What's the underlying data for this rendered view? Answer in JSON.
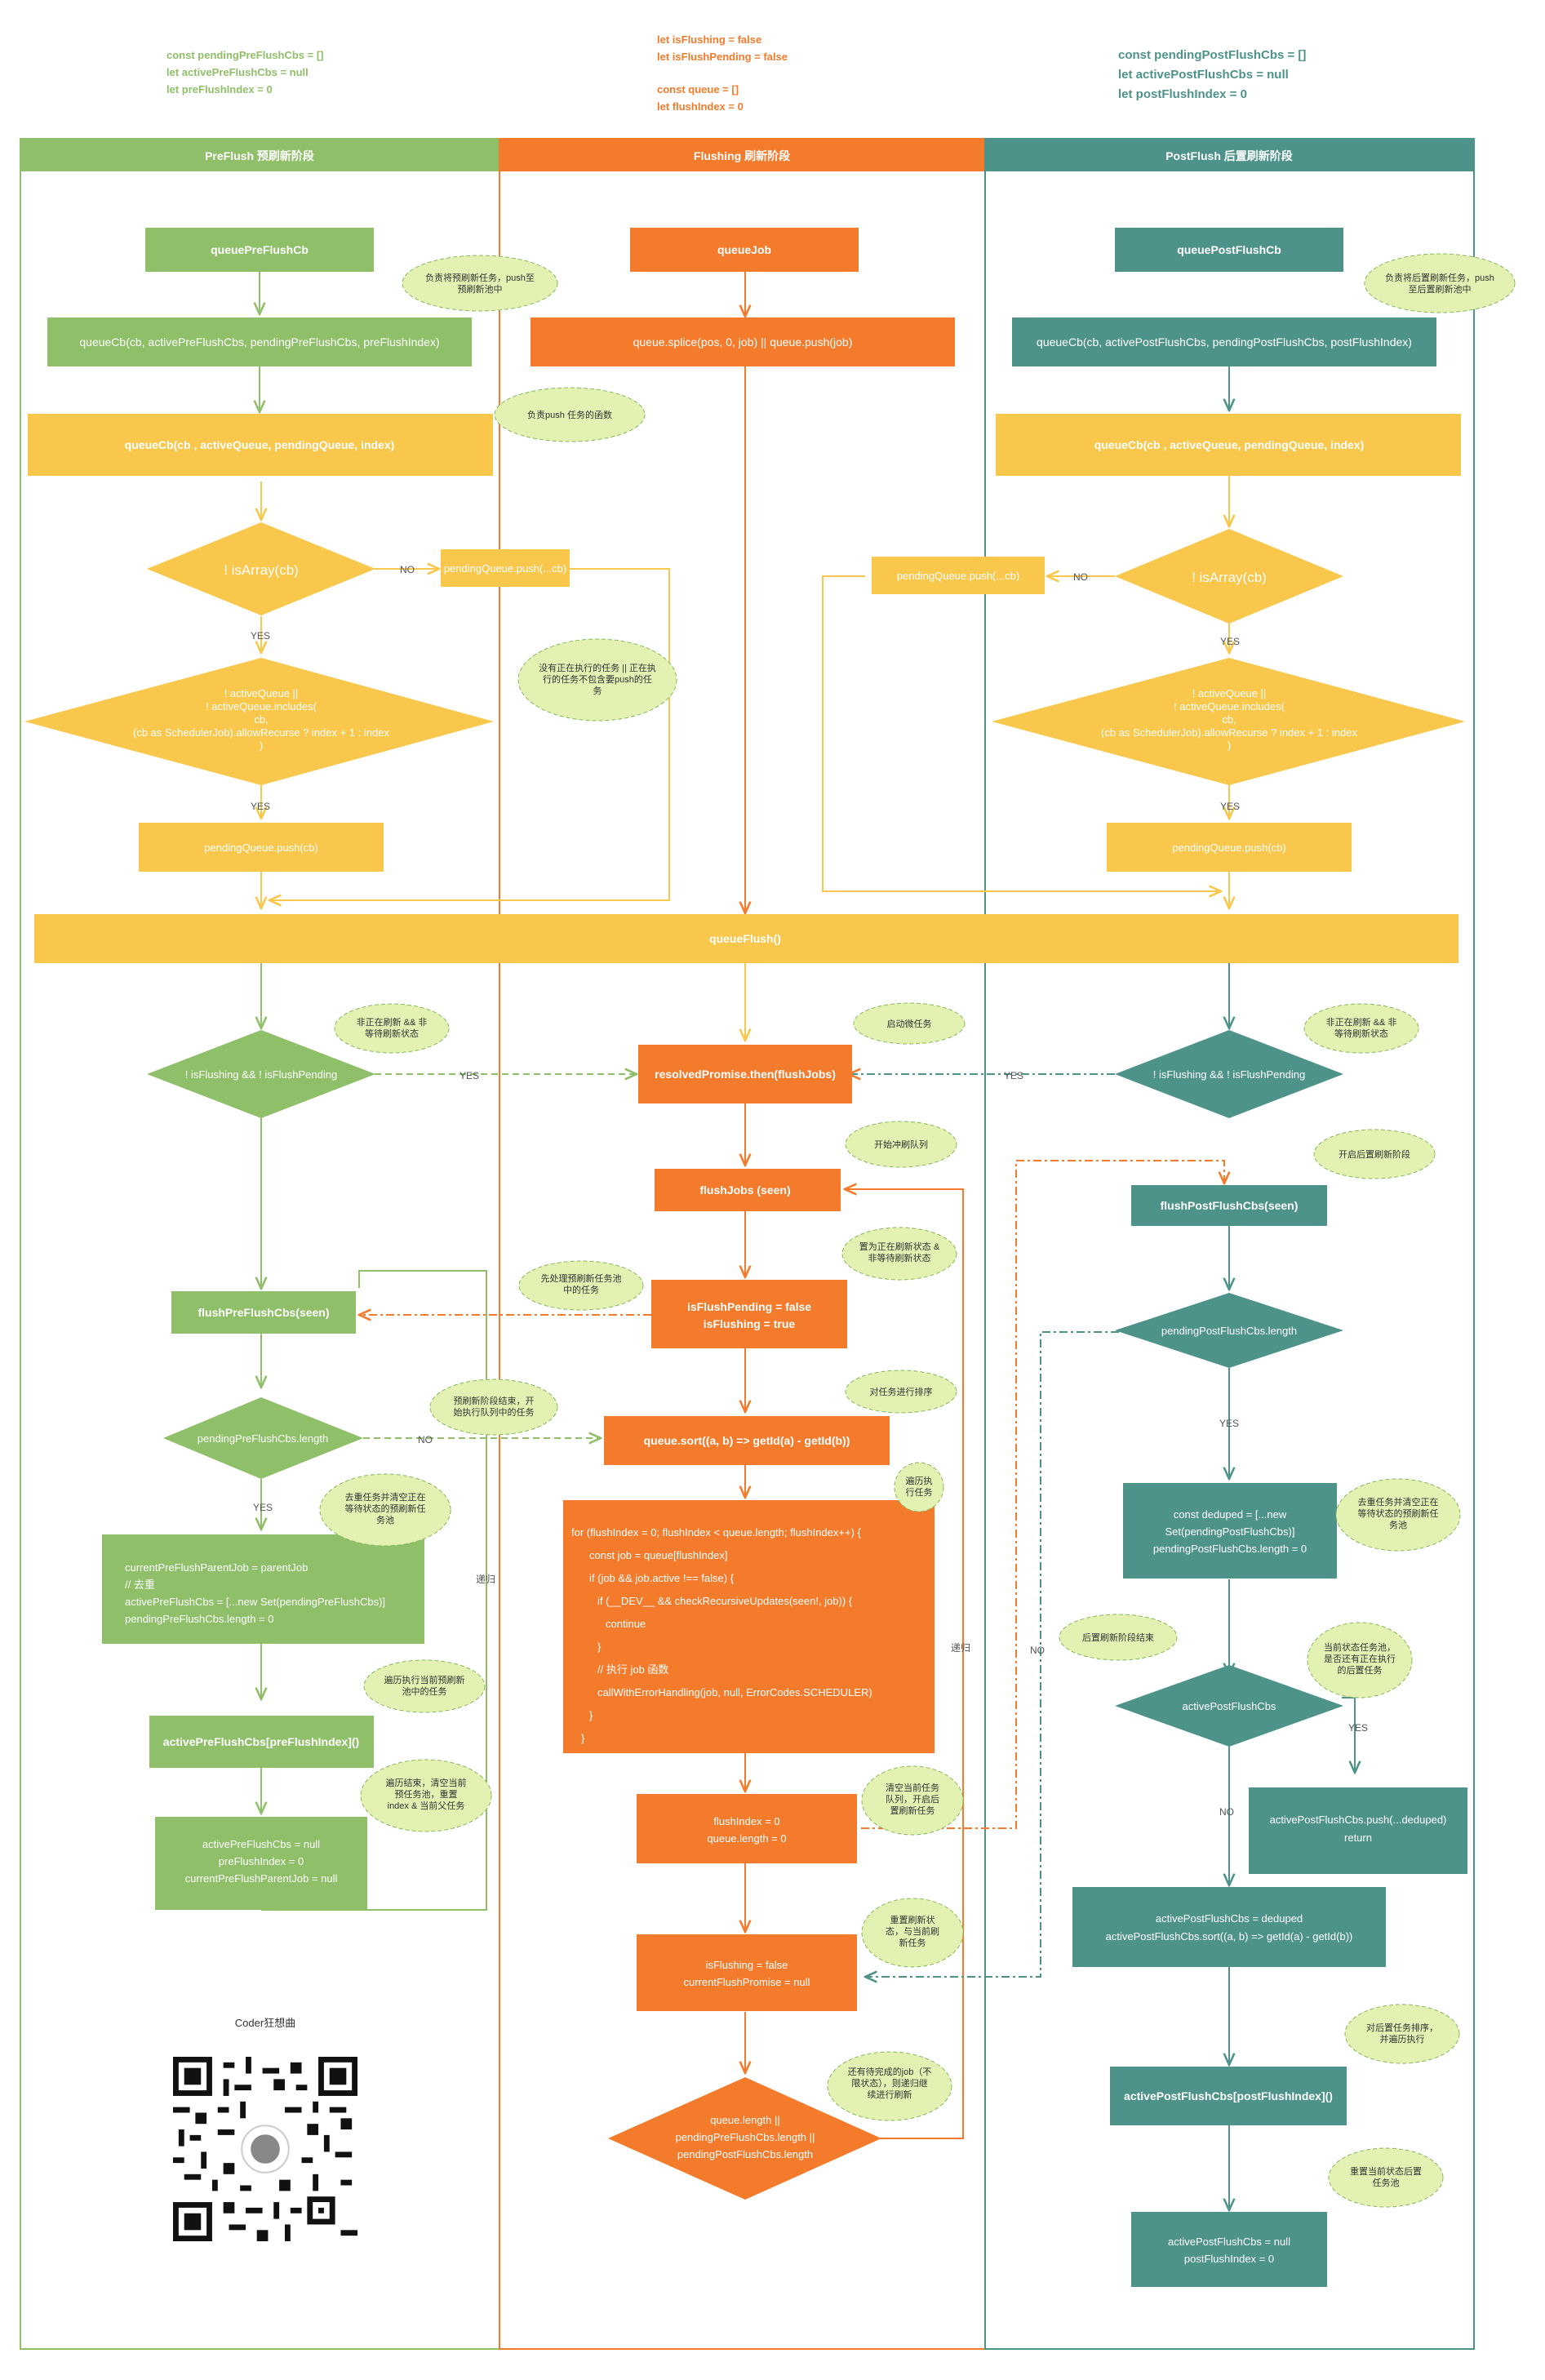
{
  "vars": {
    "pre": [
      "const pendingPreFlushCbs = []",
      "let activePreFlushCbs = null",
      "let preFlushIndex = 0"
    ],
    "flushing": [
      "let isFlushing = false",
      "let isFlushPending = false",
      "",
      "const queue = []",
      "let flushIndex = 0"
    ],
    "post": [
      "const pendingPostFlushCbs = []",
      "let activePostFlushCbs = null",
      "let postFlushIndex = 0"
    ]
  },
  "lanes": {
    "pre": "PreFlush 预刷新阶段",
    "flushing": "Flushing 刷新阶段",
    "post": "PostFlush 后置刷新阶段"
  },
  "nodes": {
    "queuePreFlushCb": "queuePreFlushCb",
    "queueJob": "queueJob",
    "queuePostFlushCb": "queuePostFlushCb",
    "queueCbPre": "queueCb(cb, activePreFlushCbs, pendingPreFlushCbs, preFlushIndex)",
    "queueSplice": "queue.splice(pos, 0, job) || queue.push(job)",
    "queueCbPost": "queueCb(cb, activePostFlushCbs, pendingPostFlushCbs, postFlushIndex)",
    "queueCbFnPre": "queueCb(cb , activeQueue, pendingQueue, index)",
    "queueCbFnPost": "queueCb(cb , activeQueue, pendingQueue, index)",
    "isArrayPre": "! isArray(cb)",
    "isArrayPost": "! isArray(cb)",
    "pendingSpreadPre": "pendingQueue.push(...cb)",
    "pendingSpreadPost": "pendingQueue.push(...cb)",
    "activeCheckPre": [
      "! activeQueue ||",
      "! activeQueue.includes(",
      "cb,",
      "(cb as SchedulerJob).allowRecurse ? index + 1 : index",
      ")"
    ],
    "activeCheckPost": [
      "! activeQueue ||",
      "! activeQueue.includes(",
      "cb,",
      "(cb as SchedulerJob).allowRecurse ? index + 1 : index",
      ")"
    ],
    "pendingPushPre": "pendingQueue.push(cb)",
    "pendingPushPost": "pendingQueue.push(cb)",
    "queueFlush": "queueFlush()",
    "flushingCheckPre": "! isFlushing && ! isFlushPending",
    "resolvedPromise": "resolvedPromise.then(flushJobs)",
    "flushingCheckPost": "! isFlushing && ! isFlushPending",
    "flushJobs": "flushJobs  (seen)",
    "flushPostFlushCbsSeen": "flushPostFlushCbs(seen)",
    "setFlushing": [
      "isFlushPending = false",
      "isFlushing = true"
    ],
    "flushPreFlushCbsSeen": "flushPreFlushCbs(seen)",
    "pendingPostLength": "pendingPostFlushCbs.length",
    "pendingPreLength": "pendingPreFlushCbs.length",
    "queueSort": "queue.sort((a, b) => getId(a) - getId(b))",
    "forLoop": [
      "for (flushIndex = 0; flushIndex < queue.length; flushIndex++) {",
      "const job = queue[flushIndex]",
      "if (job && job.active !== false) {",
      "if (__DEV__ && checkRecursiveUpdates(seen!, job)) {",
      "continue",
      "}",
      "// 执行 job 函数",
      "callWithErrorHandling(job, null, ErrorCodes.SCHEDULER)",
      "}",
      "}"
    ],
    "dedupePost": [
      "const deduped = [...new",
      "Set(pendingPostFlushCbs)]",
      "pendingPostFlushCbs.length = 0"
    ],
    "dedupePre": [
      "currentPreFlushParentJob = parentJob",
      "// 去重",
      "activePreFlushCbs = [...new Set(pendingPreFlushCbs)]",
      "pendingPreFlushCbs.length = 0"
    ],
    "activePostCheck": "activePostFlushCbs",
    "activePreRun": "activePreFlushCbs[preFlushIndex]()",
    "activePostPushDeduped": [
      "activePostFlushCbs.push(...deduped)",
      "return"
    ],
    "resetPre": [
      "activePreFlushCbs = null",
      "preFlushIndex = 0",
      "currentPreFlushParentJob = null"
    ],
    "resetQueue": [
      "flushIndex = 0",
      "queue.length = 0"
    ],
    "assignPost": [
      "activePostFlushCbs = deduped",
      "activePostFlushCbs.sort((a, b) => getId(a) - getId(b))"
    ],
    "resetFlushing": [
      "isFlushing = false",
      "currentFlushPromise = null"
    ],
    "activePostRun": "activePostFlushCbs[postFlushIndex]()",
    "remainCheck": [
      "queue.length ||",
      "pendingPreFlushCbs.length ||",
      "pendingPostFlushCbs.length"
    ],
    "resetPost": [
      "activePostFlushCbs = null",
      "postFlushIndex = 0"
    ]
  },
  "notes": {
    "n_pre_push": [
      "负责将预刷新任务，push至",
      "预刷新池中"
    ],
    "n_post_push": [
      "负责将后置刷新任务，push",
      "至后置刷新池中"
    ],
    "n_queue_push": [
      "负责push 任务的函数"
    ],
    "n_not_running": [
      "没有正在执行的任务 || 正在执",
      "行的任务不包含要push的任",
      "务"
    ],
    "n_idle_pre": [
      "非正在刷新 && 非",
      "等待刷新状态"
    ],
    "n_idle_post": [
      "非正在刷新 && 非",
      "等待刷新状态"
    ],
    "n_microtask": [
      "启动微任务"
    ],
    "n_start_flush": [
      "开始冲刷队列"
    ],
    "n_post_phase": [
      "开启后置刷新阶段"
    ],
    "n_set_flushing": [
      "置为正在刷新状态 &",
      "非等待刷新状态"
    ],
    "n_pre_first": [
      "先处理预刷新任务池",
      "中的任务"
    ],
    "n_sort": [
      "对任务进行排序"
    ],
    "n_pre_done": [
      "预刷新阶段结束，开",
      "始执行队列中的任务"
    ],
    "n_run": [
      "遍历执",
      "行任务"
    ],
    "n_dedupe_pre": [
      "去重任务并清空正在",
      "等待状态的预刷新任",
      "务池"
    ],
    "n_dedupe_post": [
      "去重任务并清空正在",
      "等待状态的预刷新任",
      "务池"
    ],
    "n_post_done": [
      "后置刷新阶段结束"
    ],
    "n_post_remain": [
      "当前状态任务池，",
      "是否还有正在执行",
      "的后置任务"
    ],
    "n_run_pre": [
      "遍历执行当前预刷新",
      "池中的任务"
    ],
    "n_reset_pre": [
      "遍历结束，清空当前",
      "预任务池，重置",
      "index & 当前父任务"
    ],
    "n_clear_queue": [
      "清空当前任务",
      "队列，开启后",
      "置刷新任务"
    ],
    "n_reset_state": [
      "重置刷新状",
      "态，与当前刷",
      "新任务"
    ],
    "n_sort_post": [
      "对后置任务排序，",
      "并遍历执行"
    ],
    "n_reset_post": [
      "重置当前状态后置",
      "任务池"
    ],
    "n_remain": [
      "还有待完成的job（不",
      "限状态），则递归继",
      "续进行刷新"
    ]
  },
  "labels": {
    "no": "NO",
    "yes": "YES",
    "recurse": "递归"
  },
  "footer": {
    "caption": "Coder狂想曲"
  },
  "colors": {
    "green": "#8fbf69",
    "orange": "#f47b2c",
    "teal": "#4e938a",
    "yellow": "#f8c74b",
    "note": "#e3f2b3",
    "note_border": "#86b85a"
  }
}
